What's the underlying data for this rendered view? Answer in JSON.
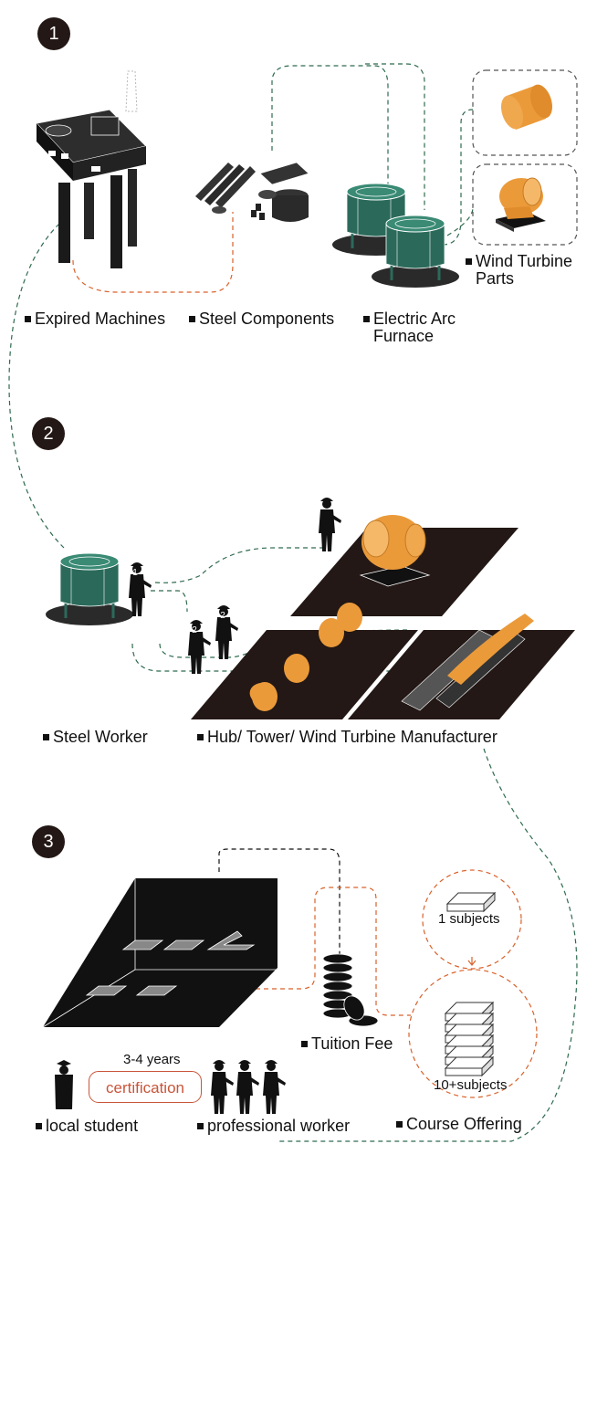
{
  "sections": [
    {
      "number": "1"
    },
    {
      "number": "2"
    },
    {
      "number": "3"
    }
  ],
  "labels": {
    "expired_machines": "Expired Machines",
    "steel_components": "Steel Components",
    "electric_arc_1": "Electric Arc",
    "electric_arc_2": "Furnace",
    "wind_turbine_1": "Wind Turbine",
    "wind_turbine_2": "Parts",
    "steel_worker": "Steel Worker",
    "manufacturer": "Hub/ Tower/ Wind Turbine Manufacturer",
    "tuition_fee": "Tuition Fee",
    "local_student": "local student",
    "professional_worker": "professional worker",
    "course_offering": "Course Offering",
    "duration": "3-4 years",
    "certification": "certification",
    "one_subject": "1 subjects",
    "ten_subjects": "10+subjects",
    "worker_badge_1": "1",
    "worker_badge_2": "2"
  },
  "colors": {
    "dark": "#231815",
    "teal": "#2b6a5a",
    "orange": "#eb9a3a",
    "green_dash": "#2f6b4f",
    "orange_dash": "#d9622b",
    "cert_red": "#c8553a"
  },
  "icons": [
    "oil-platform-icon",
    "steel-pipes-icon",
    "furnace-icon",
    "cylinder-part-icon",
    "hub-part-icon",
    "worker-icon",
    "classroom-icon",
    "coin-stack-icon",
    "book-icon",
    "graduate-icon"
  ]
}
